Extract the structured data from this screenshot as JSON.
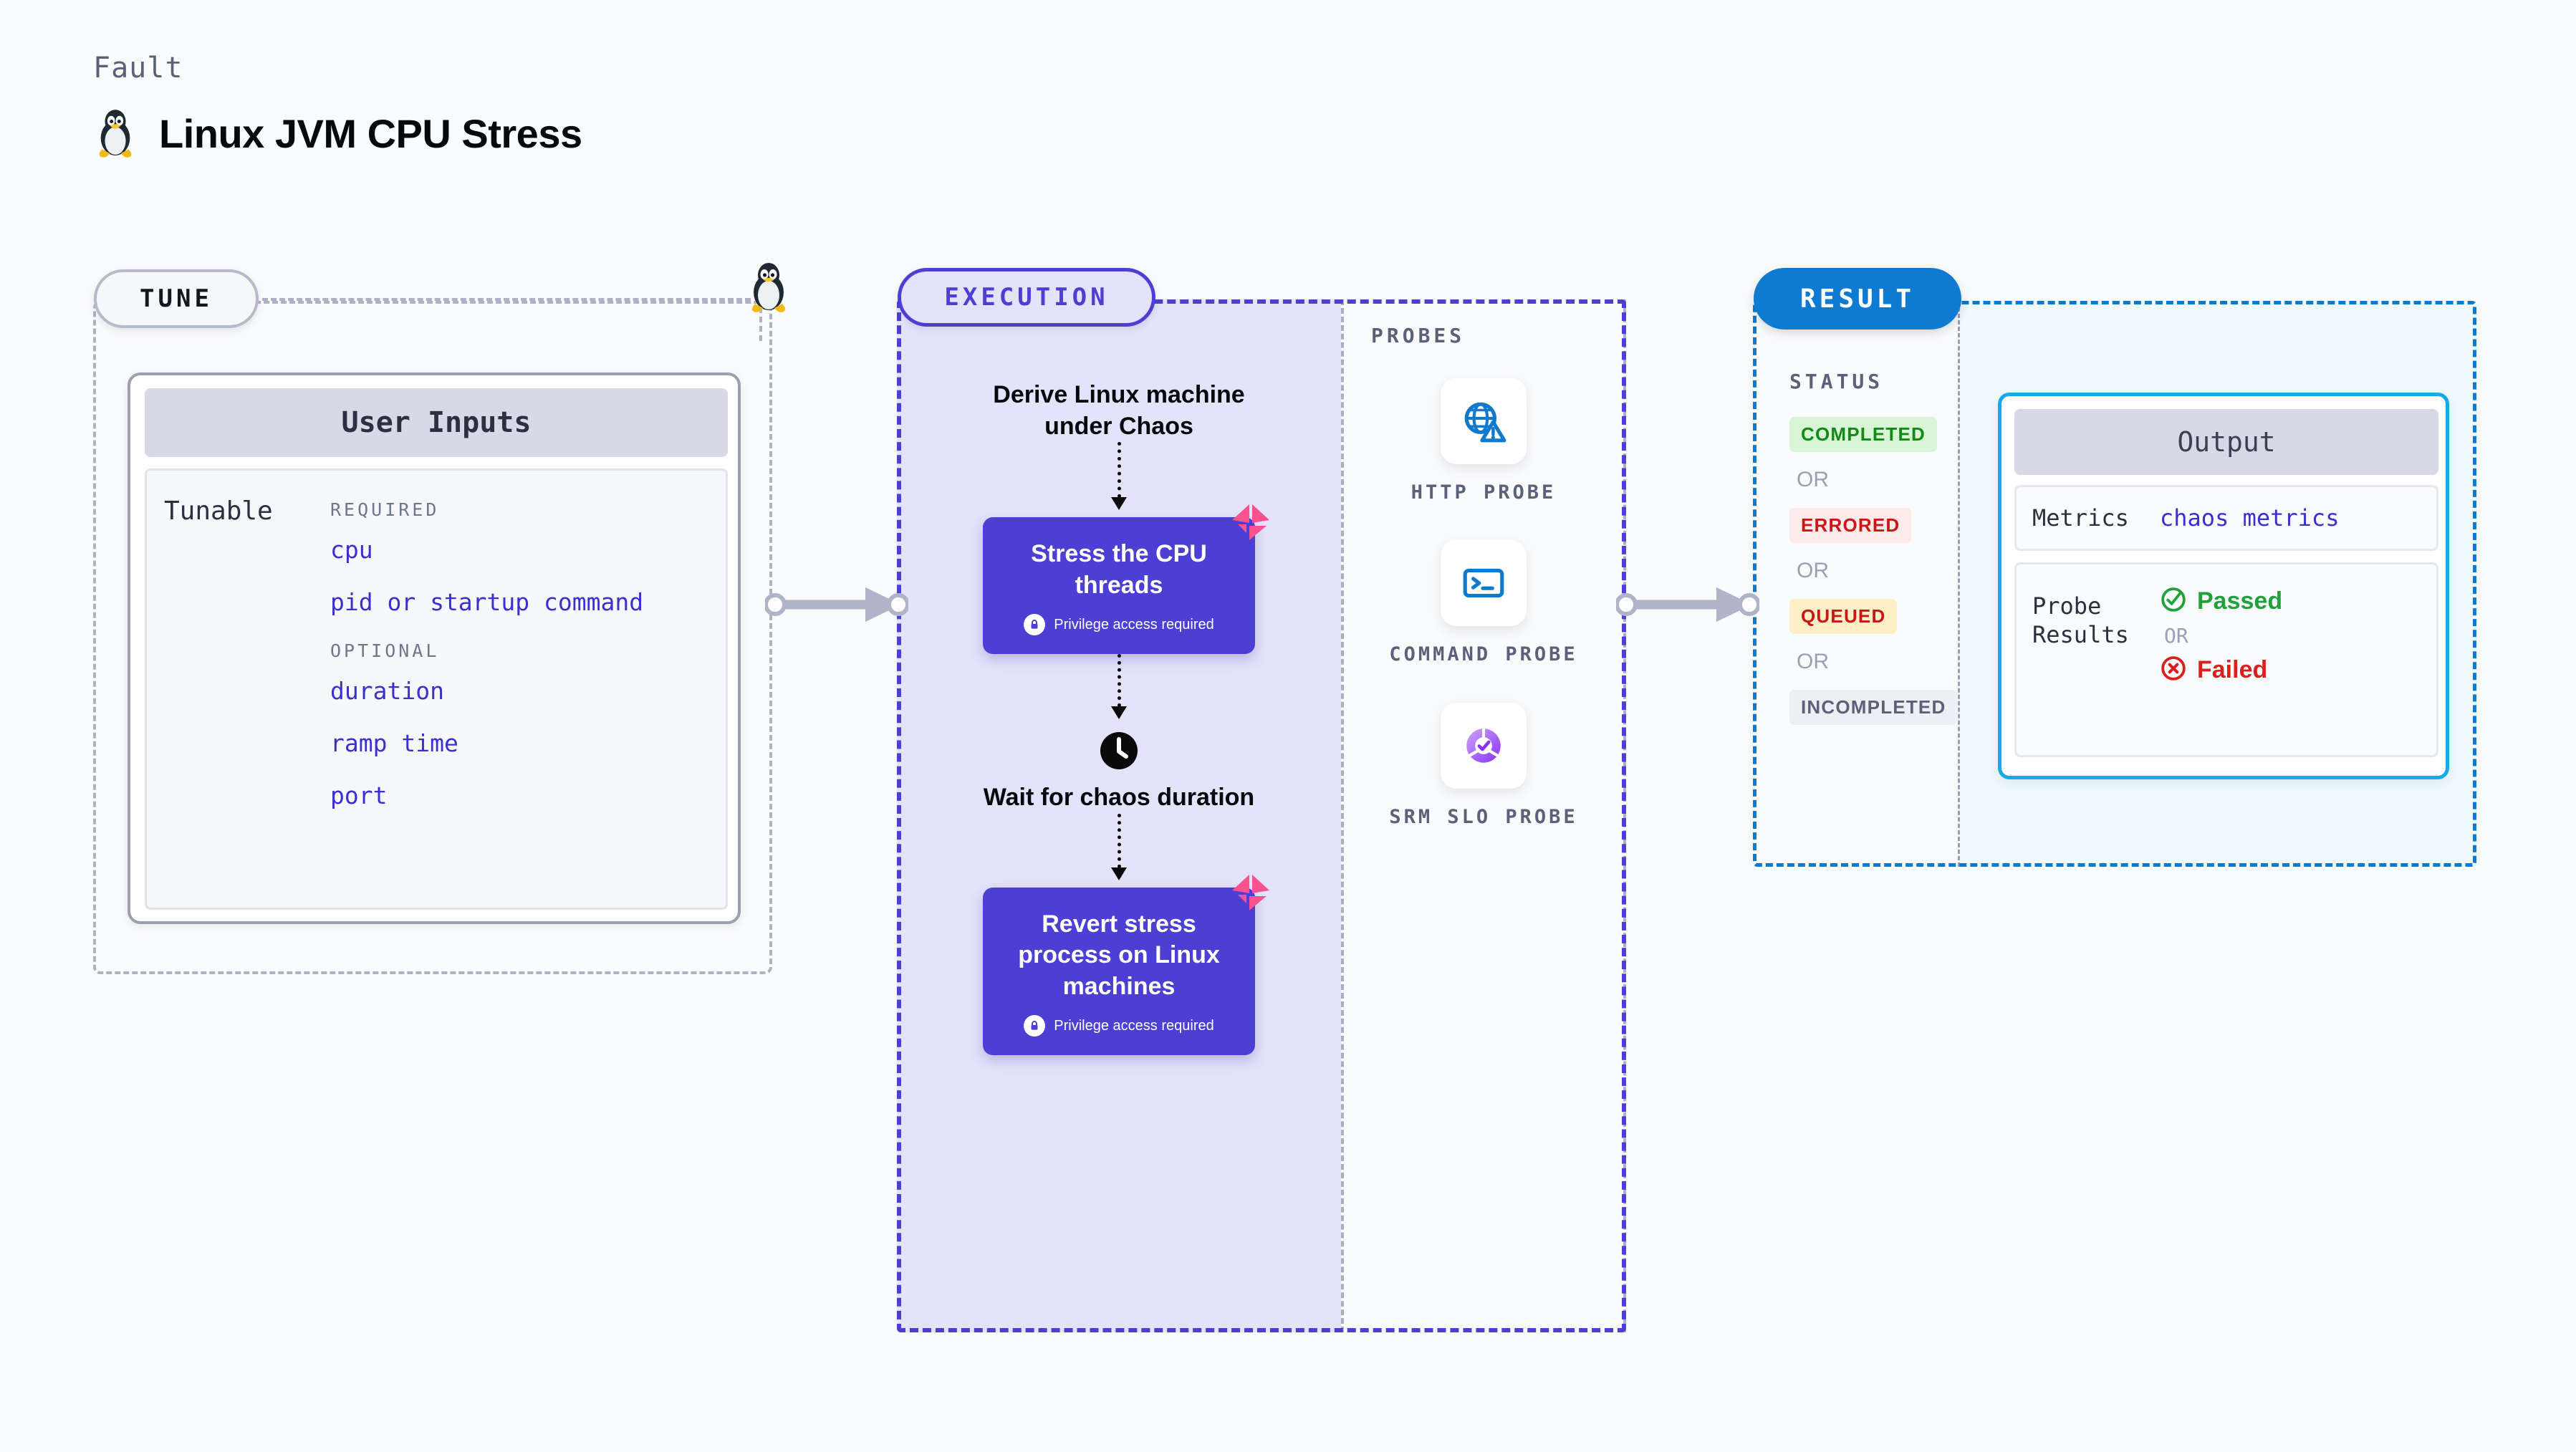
{
  "header": {
    "kicker": "Fault",
    "title": "Linux JVM CPU Stress",
    "icon": "tux-penguin-icon"
  },
  "tune": {
    "badge": "TUNE",
    "card_title": "User Inputs",
    "row_label": "Tunable",
    "groups": [
      {
        "title": "REQUIRED",
        "items": [
          "cpu",
          "pid or startup command"
        ]
      },
      {
        "title": "OPTIONAL",
        "items": [
          "duration",
          "ramp time",
          "port"
        ]
      }
    ],
    "connector_icon": "tux-penguin-icon"
  },
  "execution": {
    "badge": "EXECUTION",
    "steps": [
      {
        "type": "text",
        "label": "Derive Linux machine under Chaos"
      },
      {
        "type": "card",
        "label": "Stress the CPU threads",
        "privilege": "Privilege access required",
        "mark": "harness-logo-icon"
      },
      {
        "type": "wait",
        "label": "Wait for chaos duration",
        "icon": "clock-icon"
      },
      {
        "type": "card",
        "label": "Revert stress process on Linux machines",
        "privilege": "Privilege access required",
        "mark": "harness-logo-icon"
      }
    ]
  },
  "probes": {
    "title": "PROBES",
    "items": [
      {
        "label": "HTTP PROBE",
        "icon": "globe-warning-icon"
      },
      {
        "label": "COMMAND PROBE",
        "icon": "terminal-icon"
      },
      {
        "label": "SRM SLO PROBE",
        "icon": "slo-donut-check-icon"
      }
    ]
  },
  "result": {
    "badge": "RESULT",
    "status_title": "STATUS",
    "or_label": "OR",
    "statuses": [
      {
        "label": "COMPLETED",
        "bg": "#d8f5d6",
        "fg": "#118a16"
      },
      {
        "label": "ERRORED",
        "bg": "#fdeaea",
        "fg": "#cc1616"
      },
      {
        "label": "QUEUED",
        "bg": "#fdf0c8",
        "fg": "#cc1616"
      },
      {
        "label": "INCOMPLETED",
        "bg": "#eeeef5",
        "fg": "#5b6178"
      }
    ],
    "output": {
      "title": "Output",
      "metrics_key": "Metrics",
      "metrics_value": "chaos metrics",
      "probe_key": "Probe Results",
      "passed_label": "Passed",
      "failed_label": "Failed",
      "or_label": "OR",
      "passed_icon": "check-circle-icon",
      "failed_icon": "x-circle-icon"
    }
  },
  "connectors": [
    {
      "name": "tune-to-execution-arrow",
      "icon": "arrow-right-icon"
    },
    {
      "name": "probes-to-result-arrow",
      "icon": "arrow-right-icon"
    }
  ],
  "colors": {
    "indigo": "#4b3fd4",
    "lavender_fill": "#e4e3fb",
    "result_blue": "#0f7ad2",
    "cyan_fill": "#eefafd",
    "output_border": "#1aa9e8",
    "pink": "#f8528f",
    "param_blue": "#3a2fd0"
  }
}
